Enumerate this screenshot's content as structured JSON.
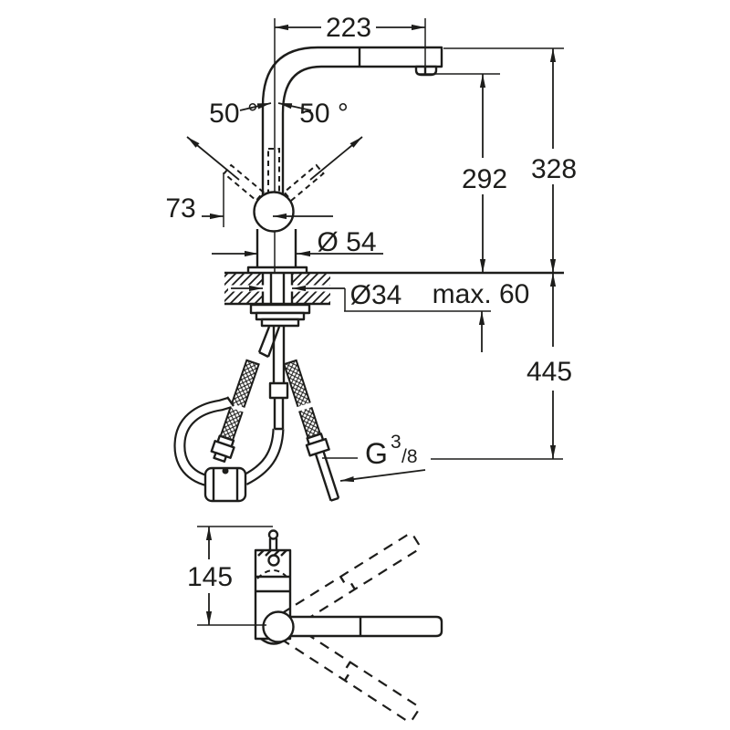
{
  "canvas": {
    "background": "#ffffff",
    "line_color": "#1d1d1b"
  },
  "drawing_type": "faucet installation dimension drawing, side view and top view",
  "dimensions": {
    "spout_projection": "223",
    "swivel_angle_left": "50 °",
    "swivel_angle_right": "50 °",
    "handle_offset": "73",
    "outlet_height": "292",
    "total_height": "328",
    "body_diameter": "Ø 54",
    "hole_diameter": "Ø34",
    "max_counter_thickness": "max. 60",
    "under_counter_height": "445",
    "top_view_depth": "145",
    "thread": {
      "prefix": "G",
      "numerator": "3",
      "denominator": "/8"
    }
  }
}
